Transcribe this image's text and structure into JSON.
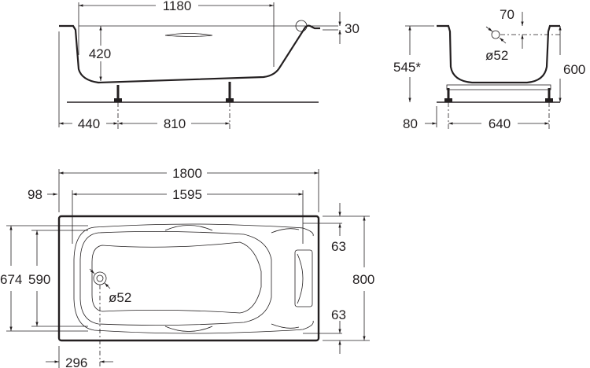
{
  "side_view": {
    "length_top": "1180",
    "depth": "420",
    "rim": "30",
    "leg_offset": "440",
    "leg_spacing": "810"
  },
  "end_view": {
    "drain_offset": "70",
    "drain_diameter": "ø52",
    "height_star": "545*",
    "height": "600",
    "foot_offset": "80",
    "foot_spacing": "640"
  },
  "top_view": {
    "length": "1800",
    "inner_length": "1595",
    "inset": "98",
    "width": "800",
    "rim_top": "63",
    "rim_bottom": "63",
    "outer_width": "674",
    "inner_width": "590",
    "drain_diameter": "ø52",
    "drain_offset": "296"
  }
}
